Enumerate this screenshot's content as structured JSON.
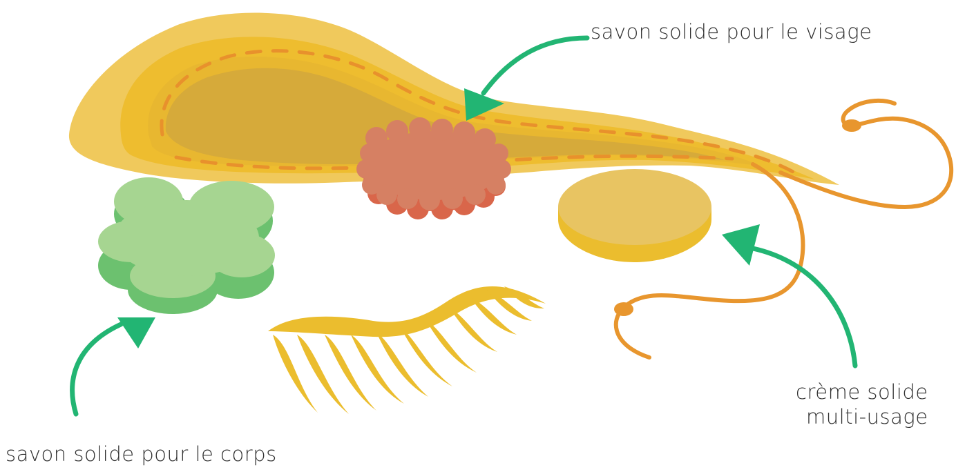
{
  "labels": {
    "face_soap": "savon solide pour le visage",
    "body_soap": "savon solide pour le corps",
    "cream_line1": "crème solide",
    "cream_line2": "multi-usage"
  },
  "colors": {
    "loofah_outer": "#f0c95c",
    "loofah_mid": "#eebd2f",
    "loofah_inner": "#d6aa3a",
    "stitch": "#e8912c",
    "cord": "#e8962e",
    "face_soap": "#d68063",
    "face_soap_shadow": "#d9664a",
    "body_soap": "#a6d591",
    "body_soap_shadow": "#6cc16f",
    "cream_top": "#e8c462",
    "cream_side": "#ebbd2e",
    "brush": "#ebbd2e",
    "arrow": "#22b573"
  },
  "icons": {
    "sponge": "loofah-sponge-icon",
    "face": "face-soap-icon",
    "body": "body-soap-icon",
    "cream": "solid-cream-icon",
    "brush": "brush-icon"
  }
}
